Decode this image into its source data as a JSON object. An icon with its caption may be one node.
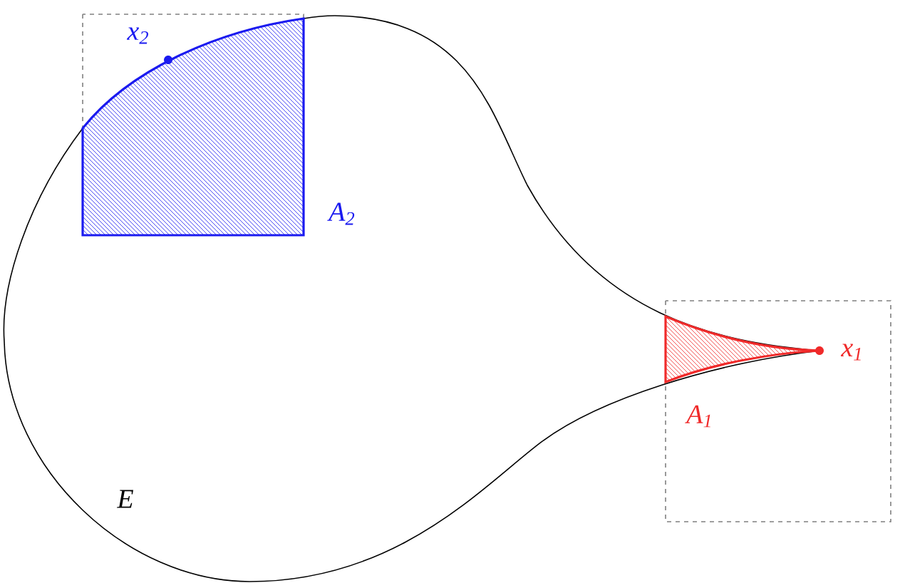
{
  "diagram": {
    "labels": [
      "x$_{2}$",
      "A$_{2}$",
      "x$_{1}$",
      "A$_{1}$",
      "E"
    ]
  }
}
